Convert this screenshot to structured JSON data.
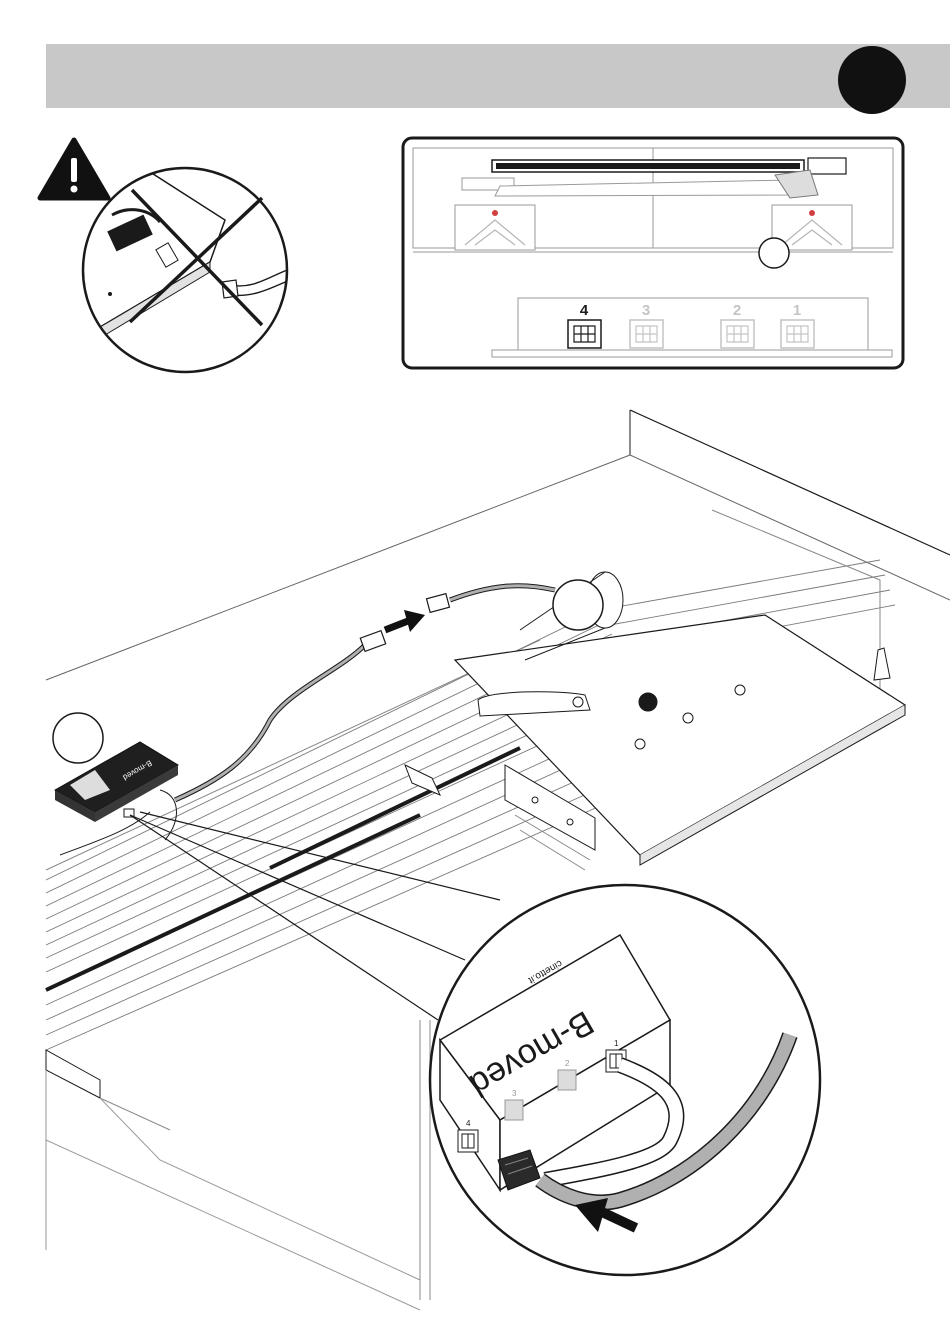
{
  "colors": {
    "header_bar": "#c8c8c8",
    "step_circle": "#111111",
    "line": "#1a1a1a",
    "cable": "#b0b0b0",
    "inactive_port": "#c4c4c4",
    "red_dot": "#d04040"
  },
  "icons": [
    "warning-icon",
    "cross-out-icon",
    "arrow-icon"
  ],
  "detail_top": {
    "ports": [
      {
        "label": "4",
        "active": true
      },
      {
        "label": "3",
        "active": false
      },
      {
        "label": "2",
        "active": false
      },
      {
        "label": "1",
        "active": false
      }
    ]
  },
  "main": {
    "brand": "B-moved",
    "brand_sub": "cinetto.it"
  },
  "magnifier": {
    "brand": "B-moved",
    "brand_sub": "cinetto.it",
    "ports": [
      "4",
      "3",
      "2",
      "1"
    ]
  }
}
